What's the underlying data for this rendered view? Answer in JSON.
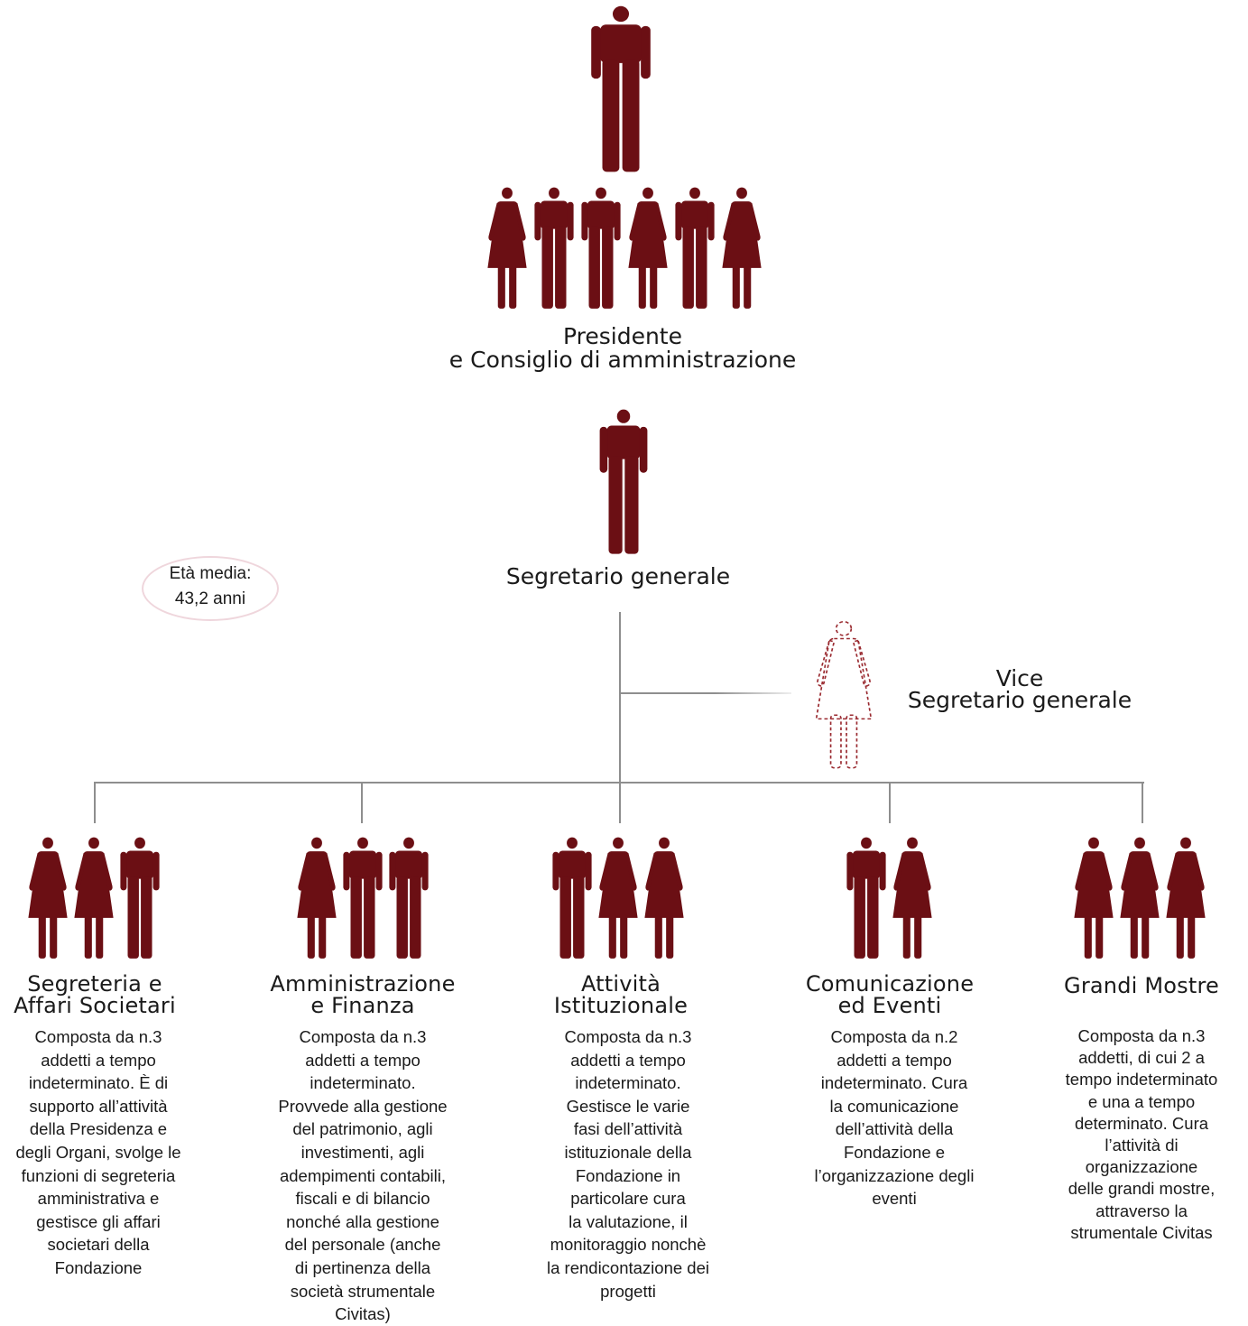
{
  "colors": {
    "figure": "#6b0f14",
    "line": "#8e8e8e",
    "badge_border": "#efd6dc"
  },
  "top": {
    "label_line1": "Presidente",
    "label_line2": "e Consiglio di amministrazione",
    "board_figures": [
      "female",
      "male",
      "male",
      "female",
      "male",
      "female"
    ]
  },
  "segretario": {
    "label": "Segretario generale"
  },
  "vice": {
    "label_line1": "Vice",
    "label_line2": "Segretario generale"
  },
  "badge": {
    "line1": "Età media:",
    "line2": "43,2 anni"
  },
  "departments": [
    {
      "title_lines": [
        "Segreteria e",
        "Affari Societari"
      ],
      "figures": [
        "female",
        "female",
        "male"
      ],
      "desc_lines": [
        "Composta da n.3",
        "addetti a tempo",
        "indeterminato. È di",
        "supporto all’attività",
        "della Presidenza e",
        "degli Organi, svolge le",
        "funzioni di segreteria",
        "amministrativa e",
        "gestisce gli affari",
        "societari della",
        "Fondazione"
      ]
    },
    {
      "title_lines": [
        "Amministrazione",
        "e Finanza"
      ],
      "figures": [
        "female",
        "male",
        "male"
      ],
      "desc_lines": [
        "Composta da n.3",
        "addetti a tempo",
        "indeterminato.",
        "Provvede alla gestione",
        "del patrimonio, agli",
        "investimenti, agli",
        "adempimenti contabili,",
        "fiscali e di bilancio",
        "nonché alla gestione",
        "del personale (anche",
        "di pertinenza della",
        "società strumentale",
        "Civitas)"
      ]
    },
    {
      "title_lines": [
        "Attività",
        "Istituzionale"
      ],
      "figures": [
        "male",
        "female",
        "female"
      ],
      "desc_lines": [
        "Composta da n.3",
        "addetti a tempo",
        "indeterminato.",
        "Gestisce le varie",
        "fasi dell’attività",
        "istituzionale della",
        "Fondazione in",
        "particolare cura",
        "la valutazione, il",
        "monitoraggio nonchè",
        "la rendicontazione dei",
        "progetti"
      ]
    },
    {
      "title_lines": [
        "Comunicazione",
        "ed Eventi"
      ],
      "figures": [
        "male",
        "female"
      ],
      "desc_lines": [
        "Composta da n.2",
        "addetti a tempo",
        "indeterminato. Cura",
        "la comunicazione",
        "dell’attività della",
        "Fondazione e",
        "l’organizzazione degli",
        "eventi"
      ]
    },
    {
      "title_lines": [
        "Grandi Mostre"
      ],
      "figures": [
        "female",
        "female",
        "female"
      ],
      "desc_lines": [
        "Composta da n.3",
        "addetti, di cui 2 a",
        "tempo indeterminato",
        "e una a tempo",
        "determinato. Cura",
        "l’attività di",
        "organizzazione",
        "delle grandi mostre,",
        "attraverso la",
        "strumentale Civitas"
      ]
    }
  ]
}
